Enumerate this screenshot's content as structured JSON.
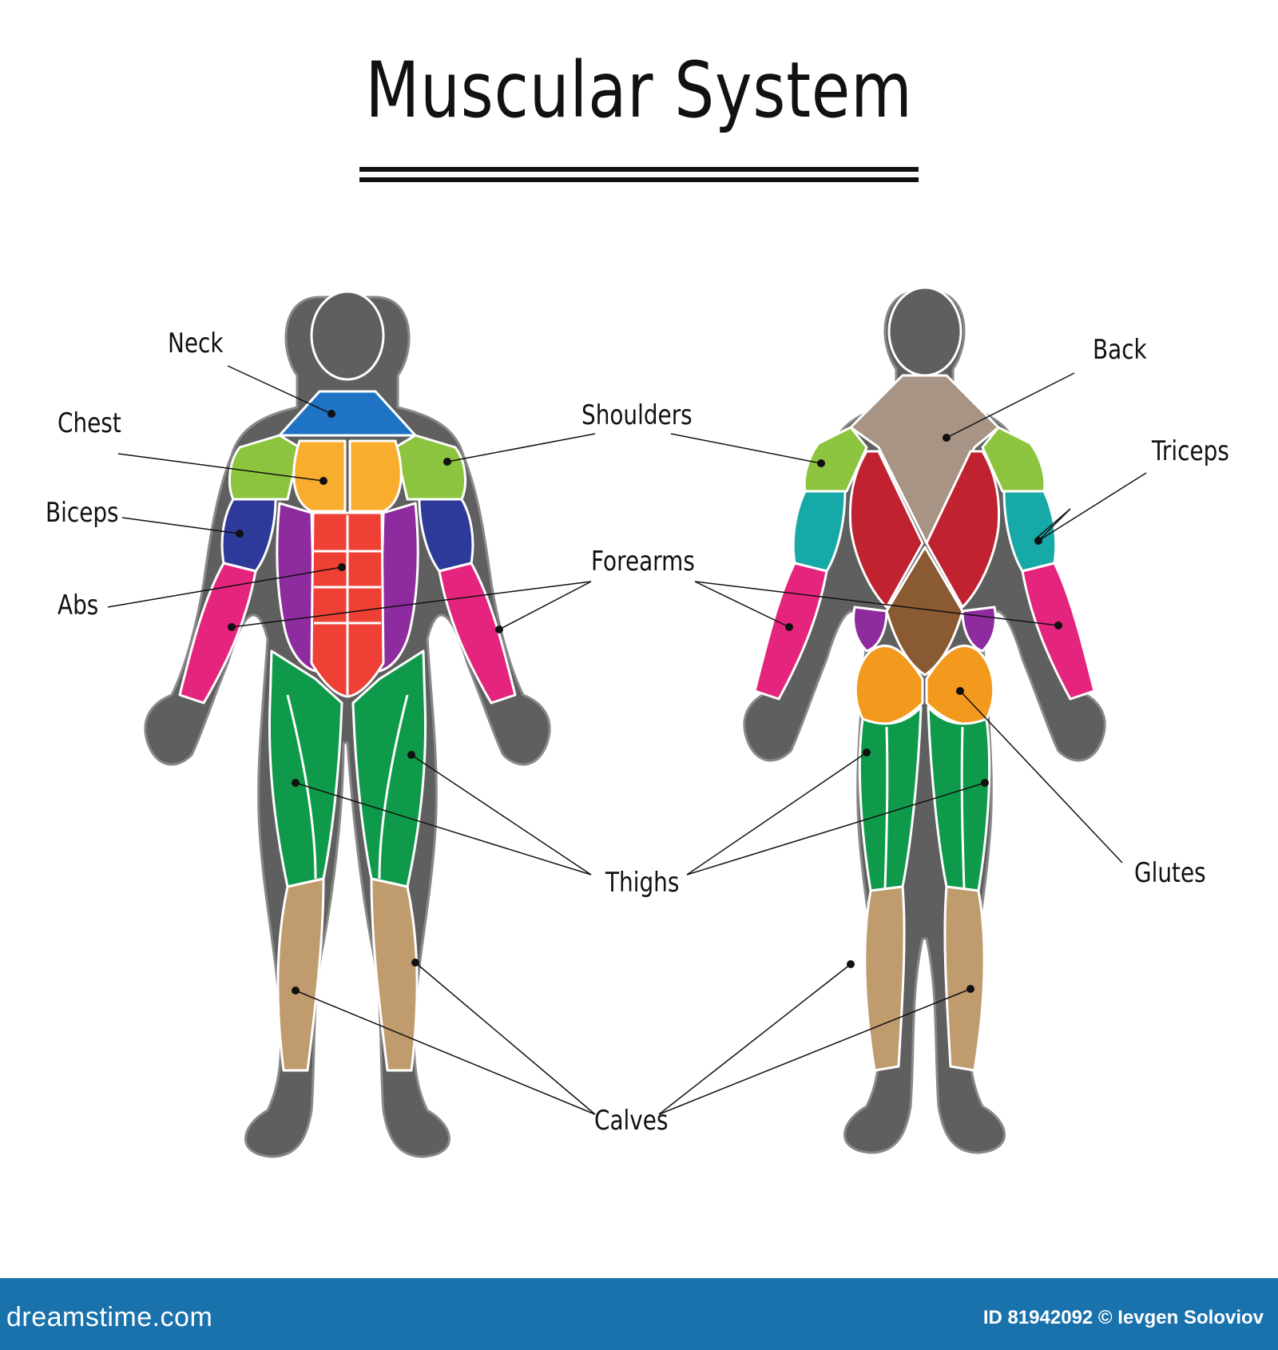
{
  "title": "Muscular System",
  "labels": {
    "neck": "Neck",
    "chest": "Chest",
    "biceps": "Biceps",
    "abs": "Abs",
    "shoulders": "Shoulders",
    "forearms": "Forearms",
    "thighs": "Thighs",
    "calves": "Calves",
    "back": "Back",
    "triceps": "Triceps",
    "glutes": "Glutes"
  },
  "colors": {
    "skin_gray": "#5f5f5f",
    "neck": "#1e73c4",
    "chest": "#f9ad2f",
    "shoulders": "#8dc43f",
    "biceps": "#2e3a9a",
    "abs": "#ef4035",
    "obliques": "#8e2b9e",
    "forearms": "#e5247e",
    "thighs": "#0e9a4a",
    "calves": "#c09b6e",
    "back_upper": "#a89484",
    "back_lats": "#c0222f",
    "back_lower": "#8a5a32",
    "triceps": "#17a8a8",
    "glutes": "#f39a1e",
    "footer": "#1a72ad"
  },
  "footer": {
    "brand": "dreamstime.com",
    "credit": "ID 81942092 © Ievgen Soloviov"
  }
}
